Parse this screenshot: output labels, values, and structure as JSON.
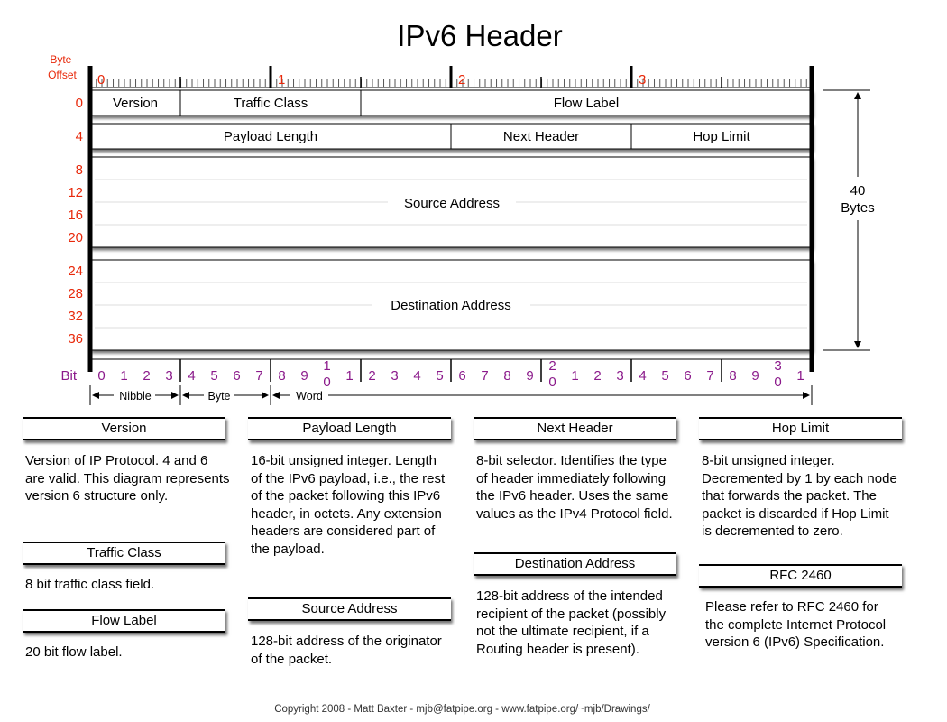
{
  "title": "IPv6 Header",
  "byte_offset_label": [
    "Byte",
    "Offset"
  ],
  "word_offsets": [
    "0",
    "1",
    "2",
    "3"
  ],
  "row_offsets": [
    "0",
    "4",
    "8",
    "12",
    "16",
    "20",
    "24",
    "28",
    "32",
    "36"
  ],
  "fields": {
    "version": "Version",
    "traffic_class": "Traffic Class",
    "flow_label": "Flow Label",
    "payload_length": "Payload Length",
    "next_header": "Next Header",
    "hop_limit": "Hop Limit",
    "source_address": "Source Address",
    "destination_address": "Destination Address"
  },
  "size_label": [
    "40",
    "Bytes"
  ],
  "bit_label": "Bit",
  "bit_numbers": [
    [
      "0"
    ],
    [
      "1"
    ],
    [
      "2"
    ],
    [
      "3"
    ],
    [
      "4"
    ],
    [
      "5"
    ],
    [
      "6"
    ],
    [
      "7"
    ],
    [
      "8"
    ],
    [
      "9"
    ],
    [
      "1",
      "0"
    ],
    [
      "1"
    ],
    [
      "2"
    ],
    [
      "3"
    ],
    [
      "4"
    ],
    [
      "5"
    ],
    [
      "6"
    ],
    [
      "7"
    ],
    [
      "8"
    ],
    [
      "9"
    ],
    [
      "2",
      "0"
    ],
    [
      "1"
    ],
    [
      "2"
    ],
    [
      "3"
    ],
    [
      "4"
    ],
    [
      "5"
    ],
    [
      "6"
    ],
    [
      "7"
    ],
    [
      "8"
    ],
    [
      "9"
    ],
    [
      "3",
      "0"
    ],
    [
      "1"
    ]
  ],
  "scale_labels": {
    "nibble": "Nibble",
    "byte": "Byte",
    "word": "Word"
  },
  "descriptions": {
    "version": {
      "title": "Version",
      "body": "Version of IP Protocol.  4 and 6 are valid.  This diagram represents version 6 structure only."
    },
    "traffic_class": {
      "title": "Traffic Class",
      "body": "8 bit traffic class field."
    },
    "flow_label": {
      "title": "Flow Label",
      "body": "20 bit flow label."
    },
    "payload_length": {
      "title": "Payload Length",
      "body": "16-bit unsigned integer.  Length of the IPv6 payload, i.e., the rest of the packet following this IPv6 header, in octets.  Any extension headers are considered part of the payload."
    },
    "source_address": {
      "title": "Source Address",
      "body": "128-bit address of the originator of the packet."
    },
    "next_header": {
      "title": "Next Header",
      "body": "8-bit selector.  Identifies the type of header immediately following the IPv6 header.  Uses the same values as the IPv4 Protocol field."
    },
    "destination_address": {
      "title": "Destination Address",
      "body": "128-bit address of the intended recipient of the packet (possibly not the ultimate recipient, if a Routing header is present)."
    },
    "hop_limit": {
      "title": "Hop Limit",
      "body": "8-bit unsigned integer.  Decremented by 1 by each node that forwards the packet. The packet is discarded if Hop Limit is decremented to zero."
    },
    "rfc": {
      "title": "RFC 2460",
      "body": "Please refer to RFC 2460 for the complete Internet Protocol version 6 (IPv6) Specification."
    }
  },
  "copyright": "Copyright 2008 - Matt Baxter - mjb@fatpipe.org - www.fatpipe.org/~mjb/Drawings/",
  "colors": {
    "offset_red": "#e8290b",
    "bit_purple": "#8b1a8b",
    "ink": "#000000"
  }
}
